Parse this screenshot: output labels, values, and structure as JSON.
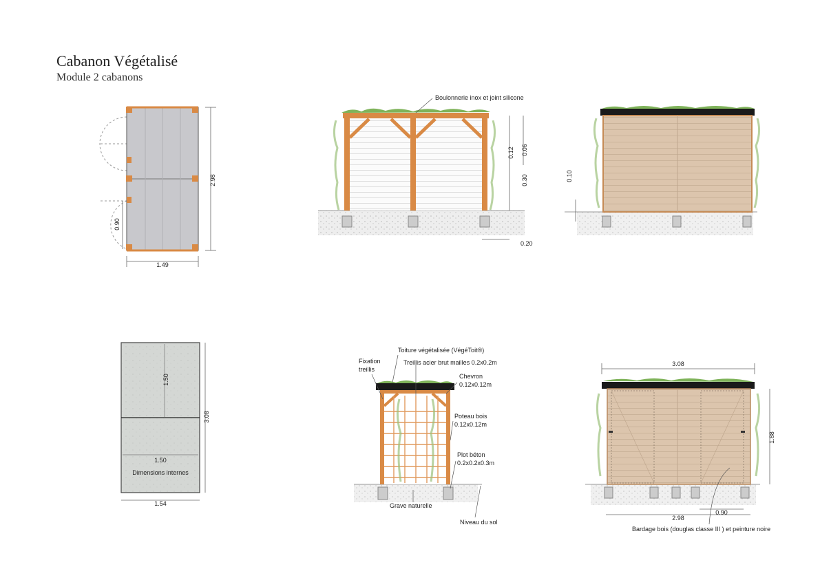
{
  "header": {
    "title": "Cabanon Végétalisé",
    "subtitle": "Module 2 cabanons"
  },
  "plan_top": {
    "width": "1.49",
    "length": "2.98",
    "door": "0.90"
  },
  "front_elevation": {
    "note": "Boulonnerie inox et joint silicone",
    "dim_a": "0.12",
    "dim_b": "0.06",
    "dim_c": "0.30",
    "dim_d": "0.20"
  },
  "back_elevation": {
    "dim": "0.10"
  },
  "plan_bottom": {
    "inner_half": "1.50",
    "inner_width": "1.50",
    "outer_width": "1.54",
    "outer_length": "3.08",
    "caption": "Dimensions internes"
  },
  "section": {
    "roof_label": "Toiture végétalisée (VégéToit®)",
    "trellis_label": "Treillis acier brut mailles 0.2x0.2m",
    "fixation_label_1": "Fixation",
    "fixation_label_2": "treillis",
    "chevron_label_1": "Chevron",
    "chevron_label_2": "0.12x0.12m",
    "post_label_1": "Poteau bois",
    "post_label_2": "0.12x0.12m",
    "plot_label_1": "Plot béton",
    "plot_label_2": "0.2x0.2x0.3m",
    "gravel_label": "Grave naturelle",
    "ground_label": "Niveau du sol"
  },
  "side_elevation": {
    "top_dim": "3.08",
    "height_dim": "1.88",
    "bottom_dim": "2.98",
    "door_dim": "0.90",
    "cladding_note": "Bardage bois (douglas classe III ) et peinture noire"
  },
  "colors": {
    "timber": "#d98a45",
    "cladding": "#d9c3ac",
    "roof": "#1a1a1a",
    "vegetation": "#7fb35a",
    "floor": "#c8c8c8",
    "ground": "#cfcfcf"
  }
}
